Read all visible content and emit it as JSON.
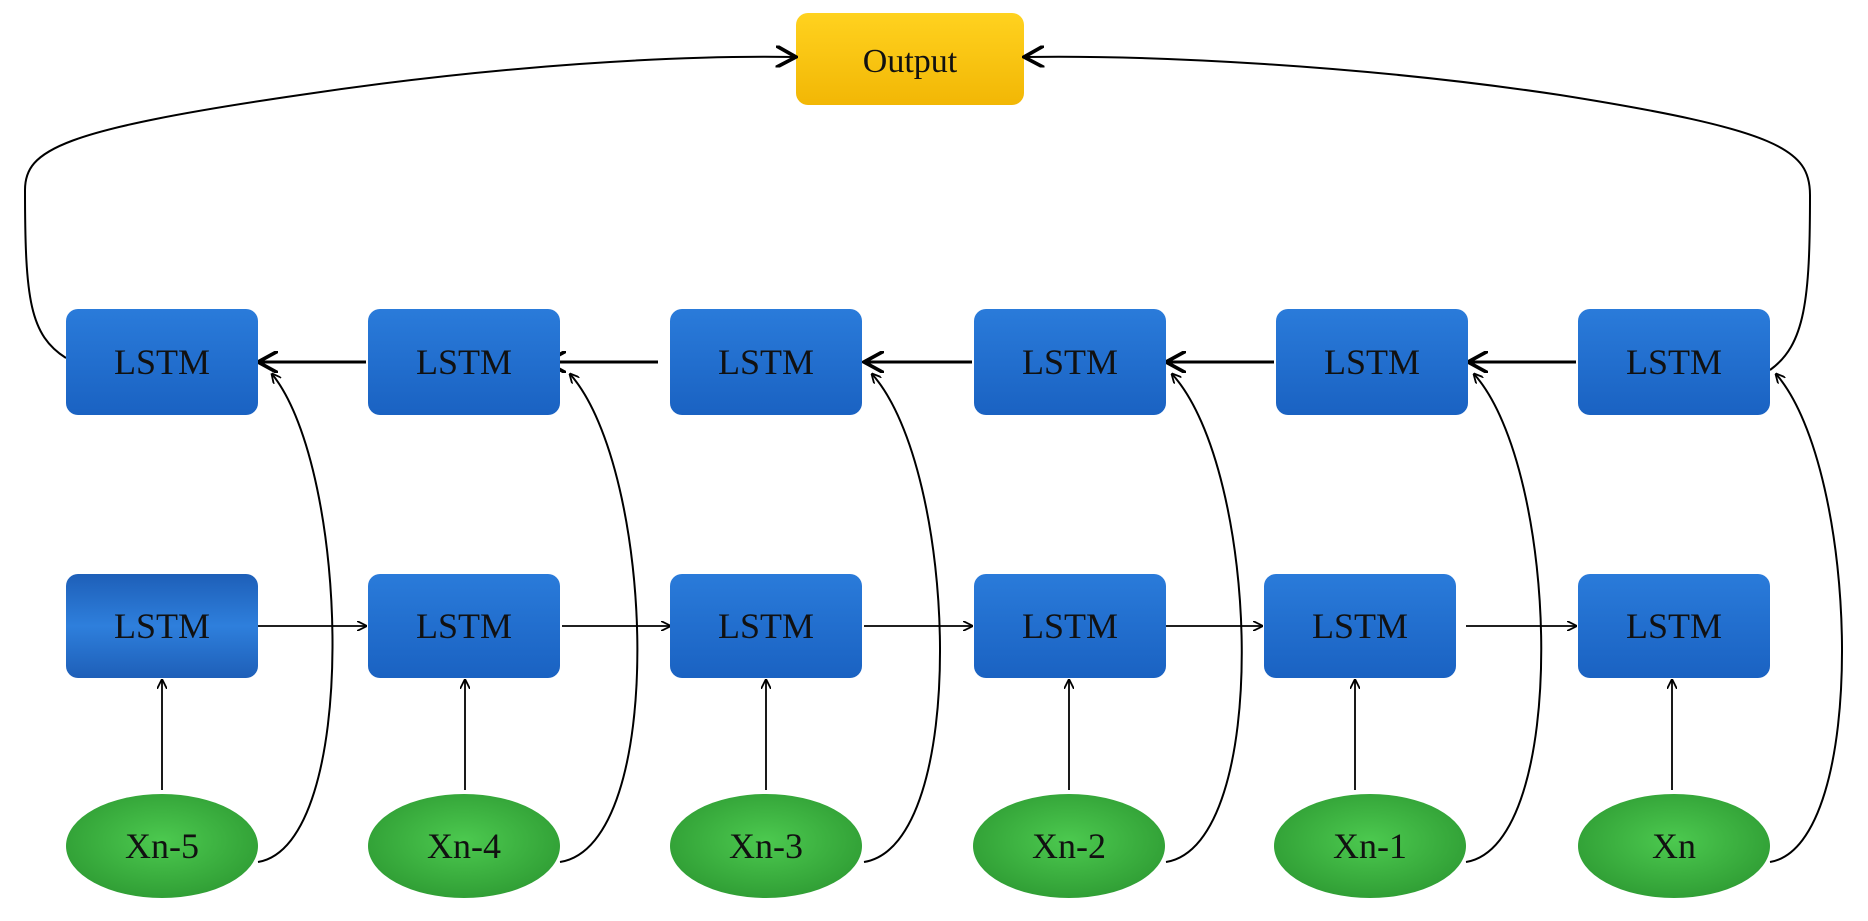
{
  "output": {
    "label": "Output",
    "color": "#F7C312"
  },
  "lstm_color": "#1F6FD0",
  "input_color": "#34A83A",
  "backward_row": {
    "cells": [
      "LSTM",
      "LSTM",
      "LSTM",
      "LSTM",
      "LSTM",
      "LSTM"
    ]
  },
  "forward_row": {
    "cells": [
      "LSTM",
      "LSTM",
      "LSTM",
      "LSTM",
      "LSTM",
      "LSTM"
    ]
  },
  "inputs": [
    "Xn-5",
    "Xn-4",
    "Xn-3",
    "Xn-2",
    "Xn-1",
    "Xn"
  ]
}
